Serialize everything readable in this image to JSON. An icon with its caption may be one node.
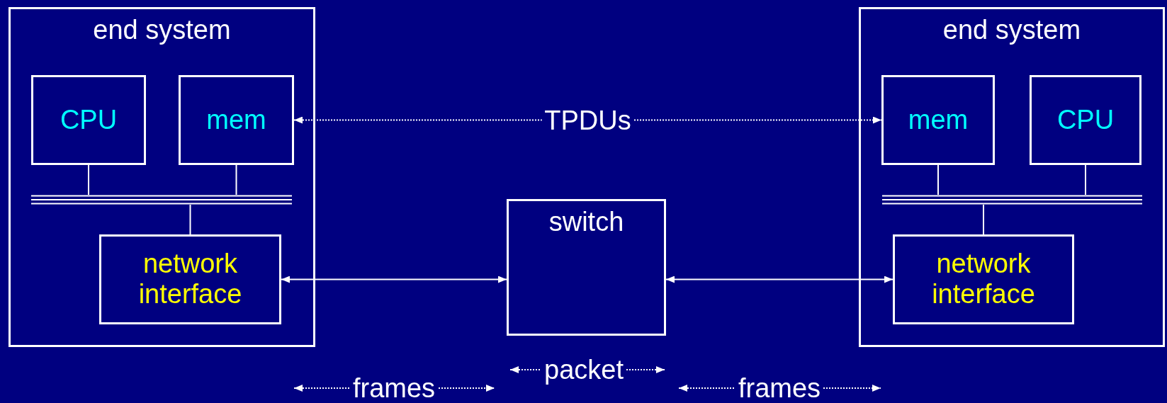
{
  "diagram": {
    "nodes": [
      {
        "text": [
          "end system"
        ]
      },
      {
        "text": [
          "CPU"
        ],
        "in": 0
      },
      {
        "text": [
          "mem"
        ],
        "in": 0
      },
      {
        "text": [],
        "shape": "bar",
        "in": 0
      },
      {
        "text": [
          "network interface"
        ],
        "in": 0
      },
      {
        "text": [
          "switch"
        ]
      },
      {
        "text": [
          "end system"
        ]
      },
      {
        "text": [
          "mem"
        ],
        "in": 6
      },
      {
        "text": [
          "CPU"
        ],
        "in": 6
      },
      {
        "text": [],
        "shape": "bar",
        "in": 6
      },
      {
        "text": [
          "network interface"
        ],
        "in": 6
      }
    ],
    "edges": [
      {
        "from": 1,
        "to": 3,
        "arrow": "none"
      },
      {
        "from": 2,
        "to": 3,
        "arrow": "none"
      },
      {
        "from": 3,
        "to": 4,
        "arrow": "none"
      },
      {
        "from": 2,
        "to": 7,
        "arrow": "both",
        "label": "TPDUs",
        "style": "dashed"
      },
      {
        "from": 4,
        "to": 5,
        "arrow": "both"
      },
      {
        "from": 5,
        "to": 10,
        "arrow": "both"
      },
      {
        "from": 7,
        "to": 9,
        "arrow": "none"
      },
      {
        "from": 8,
        "to": 9,
        "arrow": "none"
      },
      {
        "from": 9,
        "to": 10,
        "arrow": "none"
      }
    ],
    "labels": [
      "packet",
      "frames",
      "frames"
    ]
  }
}
